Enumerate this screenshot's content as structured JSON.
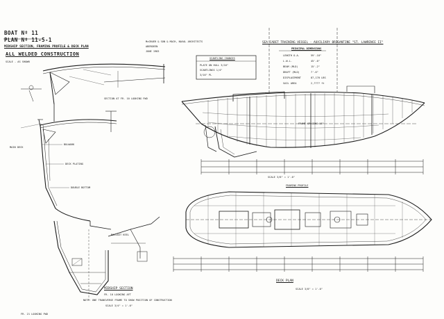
{
  "title_block": {
    "boat_no": "BOAT Nº 11",
    "plan_no": "PLAN Nº 11-5-1",
    "subtitle": "MIDSHIP SECTION, FRAMING PROFILE & DECK PLAN",
    "construction": "ALL WELDED CONSTRUCTION",
    "scale_note": "SCALE - AS SHOWN"
  },
  "designer_block": {
    "line1": "McGRUER & SON & MACH, NAVAL ARCHITECTS",
    "line2": "ABERDEEN",
    "line3": "JUNE 1983"
  },
  "vessel_title": "SEA CADET TRAINING VESSEL - AUXILIARY BRIGANTINE \"ST. LAWRENCE II\"",
  "particulars": {
    "heading": "PRINCIPAL DIMENSIONS",
    "rows": [
      {
        "label": "LENGTH O.A.",
        "value": "59'-10\""
      },
      {
        "label": "L.W.L.",
        "value": "45'-0\""
      },
      {
        "label": "BEAM (MLD)",
        "value": "15'-2\""
      },
      {
        "label": "DRAFT (MLD)",
        "value": "7'-6\""
      },
      {
        "label": "DISPLACEMENT",
        "value": "87,170 LBS"
      },
      {
        "label": "SAIL AREA",
        "value": "2,???? ft"
      }
    ]
  },
  "scantling_box": {
    "heading": "SCANTLING CHANGES",
    "rows": [
      "PLATE ON HULL 3/16\"",
      "SCANTLINGS 1/4\"",
      "3/16\" PL"
    ]
  },
  "labels": {
    "framing_profile": "FRAMING PROFILE",
    "midship_section": "MIDSHIP SECTION",
    "section_note": "FR. 10 LOOKING AFT",
    "note": "NOTE: ONE TRANSVERSE FRAME TO SHOW POSITION OF CONSTRUCTION",
    "scale_section": "SCALE  3/4\" = 1'-0\"",
    "deck_plan": "DECK PLAN",
    "scale_deck": "SCALE  3/8\" = 1'-0\"",
    "frame_ref": "FR. 21 LOOKING FWD",
    "frame_spacing": "FRAME SPACING 18\"",
    "section_fr10": "SECTION AT FR. 10 LOOKING FWD",
    "keel_note": "BALLAST KEEL",
    "deck_note": "MAIN DECK",
    "bulwark_note": "BULWARK",
    "double_bottom": "DOUBLE BOTTOM",
    "deck_plating": "DECK PLATING",
    "profile_scale": "SCALE 3/8\" = 1'-0\""
  },
  "colors": {
    "ink": "#1a1a1a",
    "paper": "#fdfdfb",
    "faint": "#9a9a9a"
  }
}
